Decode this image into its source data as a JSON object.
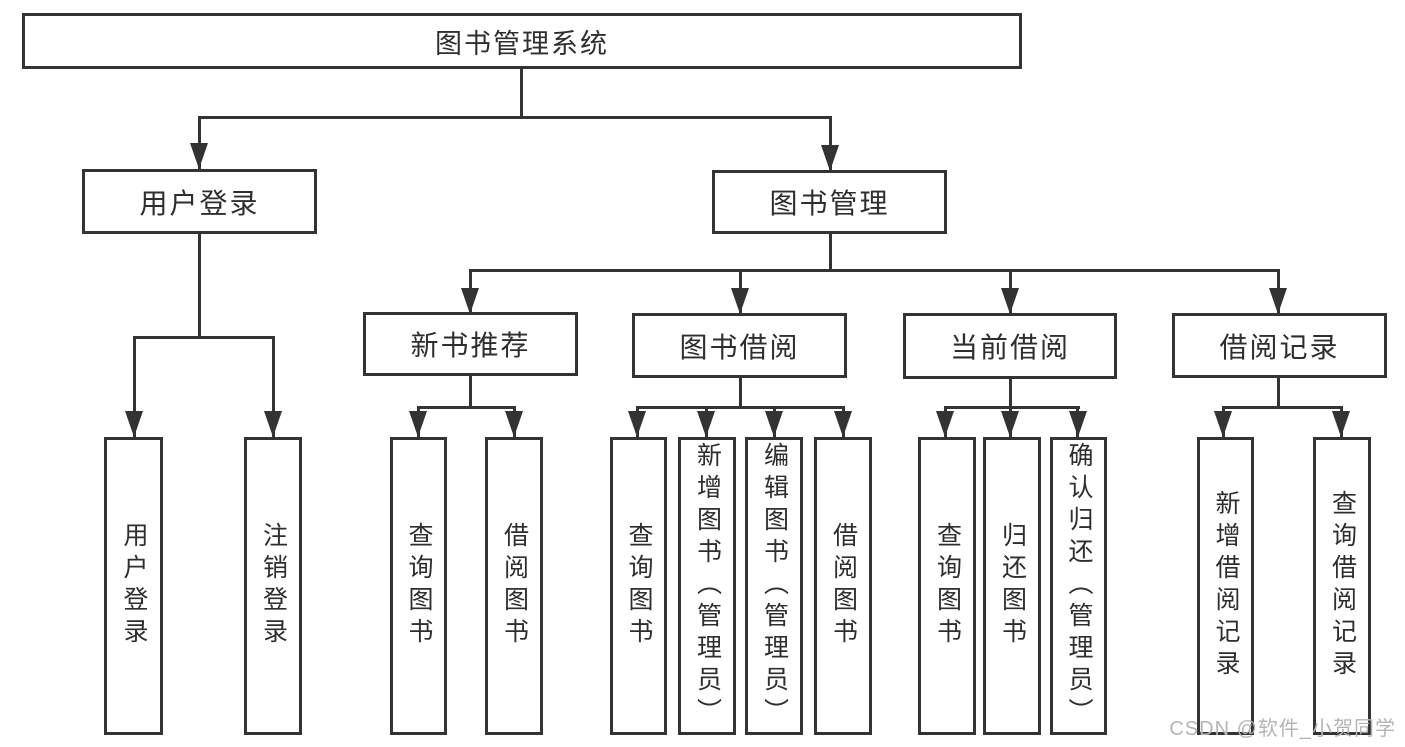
{
  "tree": {
    "root": {
      "label": "图书管理系统"
    },
    "branches": [
      {
        "label": "用户登录",
        "children": [
          {
            "label": "用户登录"
          },
          {
            "label": "注销登录"
          }
        ]
      },
      {
        "label": "图书管理",
        "children": [
          {
            "label": "新书推荐",
            "children": [
              {
                "label": "查询图书"
              },
              {
                "label": "借阅图书"
              }
            ]
          },
          {
            "label": "图书借阅",
            "children": [
              {
                "label": "查询图书"
              },
              {
                "label": "新增图书（管理员）"
              },
              {
                "label": "编辑图书（管理员）"
              },
              {
                "label": "借阅图书"
              }
            ]
          },
          {
            "label": "当前借阅",
            "children": [
              {
                "label": "查询图书"
              },
              {
                "label": "归还图书"
              },
              {
                "label": "确认归还（管理员）"
              }
            ]
          },
          {
            "label": "借阅记录",
            "children": [
              {
                "label": "新增借阅记录"
              },
              {
                "label": "查询借阅记录"
              }
            ]
          }
        ]
      }
    ]
  },
  "watermark": {
    "text": "CSDN @软件_小贺同学",
    "color": "#b5b5b5"
  },
  "colors": {
    "line": "#333333",
    "text": "#2e2e2e",
    "box_fill": "#ffffff",
    "background": "#ffffff"
  }
}
